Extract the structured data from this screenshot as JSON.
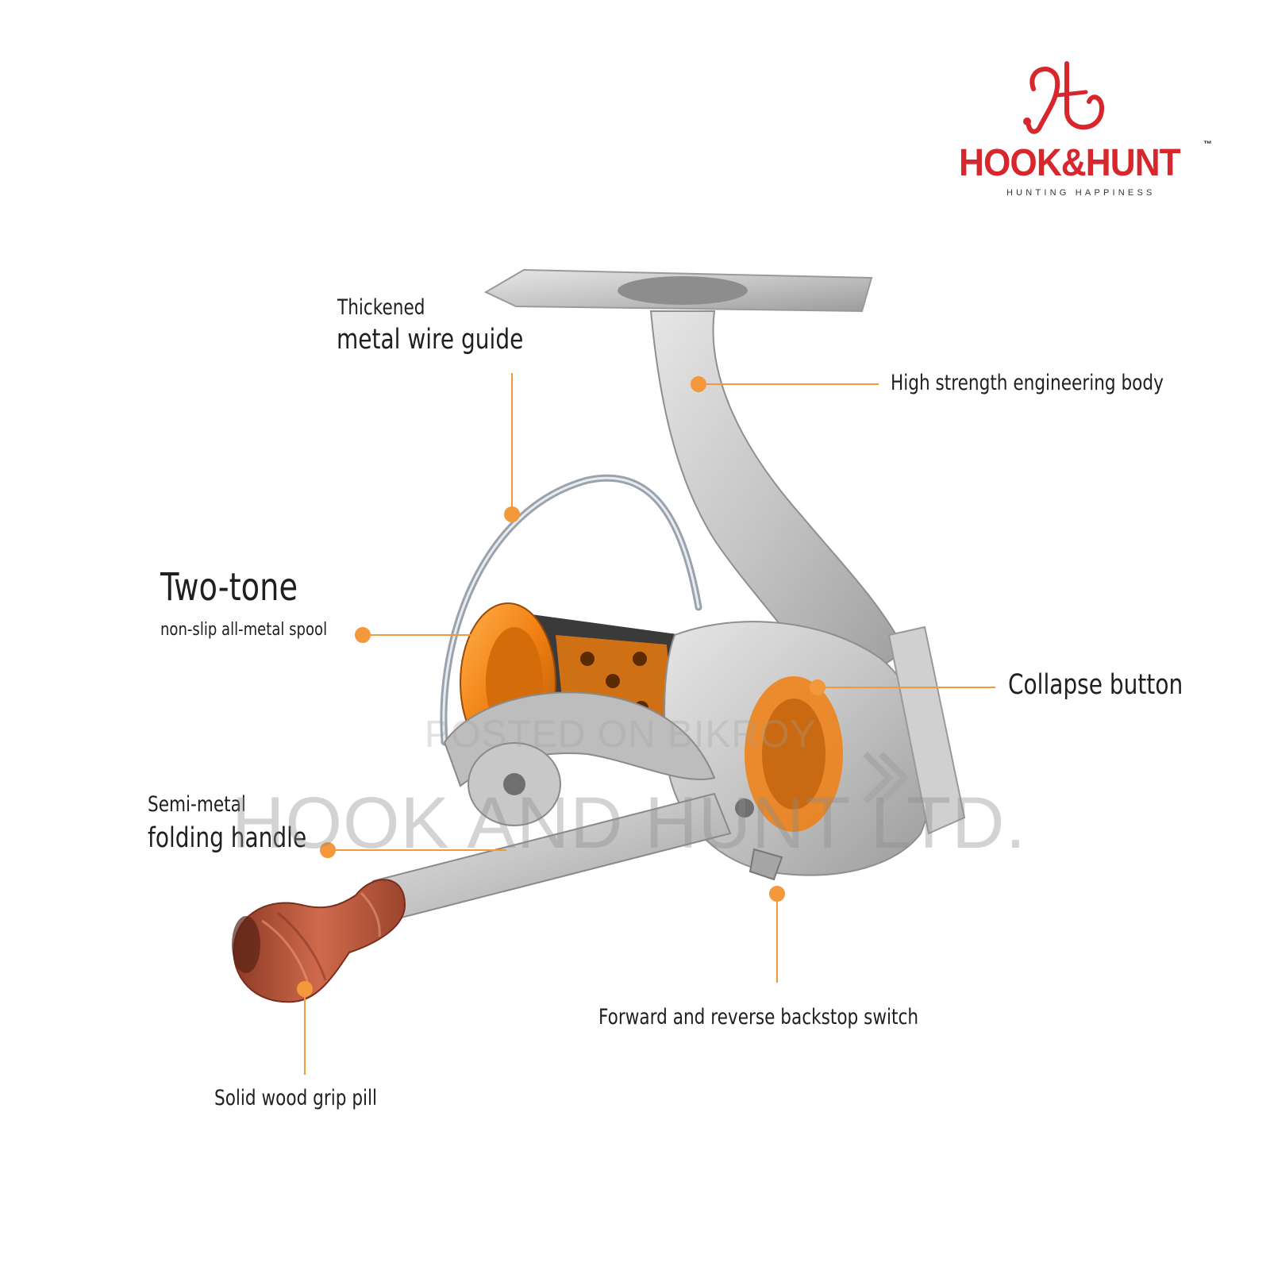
{
  "brand": {
    "name": "HOOK&HUNT",
    "trademark": "™",
    "tagline": "HUNTING HAPPINESS",
    "color": "#d7262c"
  },
  "callouts": {
    "wire_guide": {
      "line1": "Thickened",
      "line2": "metal wire guide"
    },
    "body": {
      "text": "High strength engineering body"
    },
    "spool": {
      "line1": "Two-tone",
      "line2": "non-slip all-metal spool"
    },
    "collapse": {
      "text": "Collapse button"
    },
    "handle": {
      "line1": "Semi-metal",
      "line2": "folding handle"
    },
    "backstop": {
      "text": "Forward and reverse backstop switch"
    },
    "grip": {
      "text": "Solid wood grip pill"
    }
  },
  "watermarks": {
    "posted": "POSTED ON BIKROY",
    "company": "HOOK AND HUNT LTD."
  },
  "colors": {
    "accent": "#f3983b",
    "metal": "#c9c9c9",
    "spool": "#f07f12",
    "wood": "#b8533a"
  }
}
